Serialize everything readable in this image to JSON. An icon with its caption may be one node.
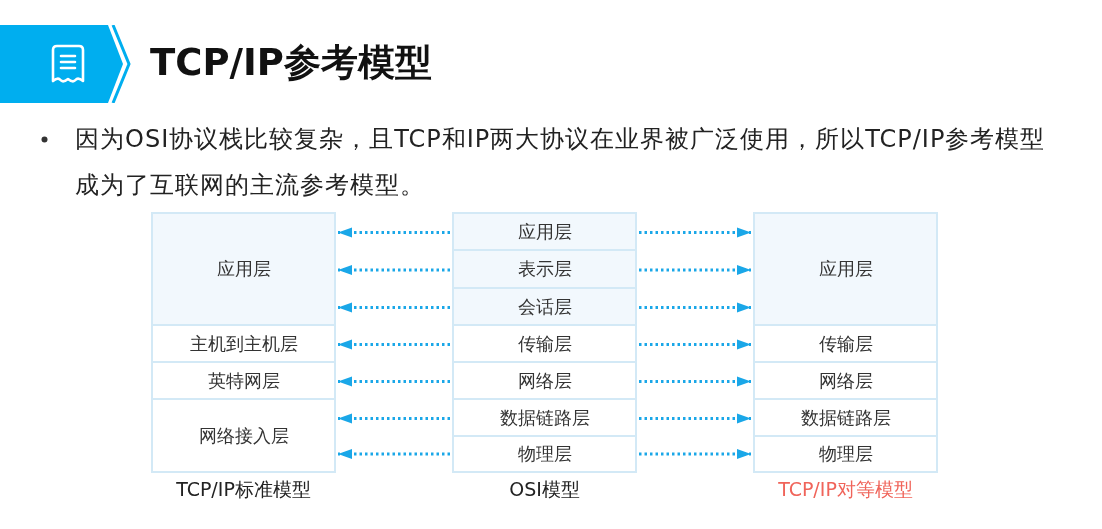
{
  "diagram": {
    "title": "TCP/IP参考模型",
    "nodes": [
      {
        "text": [
          "TCP/IP标准模型"
        ]
      },
      {
        "text": [
          "应用层"
        ],
        "in": 0
      },
      {
        "text": [
          "主机到主机层"
        ],
        "in": 0
      },
      {
        "text": [
          "英特网层"
        ],
        "in": 0
      },
      {
        "text": [
          "网络接入层"
        ],
        "in": 0
      },
      {
        "text": [
          "OSI模型"
        ]
      },
      {
        "text": [
          "应用层"
        ],
        "in": 5
      },
      {
        "text": [
          "表示层"
        ],
        "in": 5
      },
      {
        "text": [
          "会话层"
        ],
        "in": 5
      },
      {
        "text": [
          "传输层"
        ],
        "in": 5
      },
      {
        "text": [
          "网络层"
        ],
        "in": 5
      },
      {
        "text": [
          "数据链路层"
        ],
        "in": 5
      },
      {
        "text": [
          "物理层"
        ],
        "in": 5
      },
      {
        "text": [
          "TCP/IP对等模型"
        ]
      },
      {
        "text": [
          "应用层"
        ],
        "in": 13
      },
      {
        "text": [
          "传输层"
        ],
        "in": 13
      },
      {
        "text": [
          "网络层"
        ],
        "in": 13
      },
      {
        "text": [
          "数据链路层"
        ],
        "in": 13
      },
      {
        "text": [
          "物理层"
        ],
        "in": 13
      }
    ],
    "edges": [
      {
        "from": 6,
        "to": 1,
        "arrow": "to"
      },
      {
        "from": 7,
        "to": 1,
        "arrow": "to"
      },
      {
        "from": 8,
        "to": 1,
        "arrow": "to"
      },
      {
        "from": 9,
        "to": 2,
        "arrow": "to"
      },
      {
        "from": 10,
        "to": 3,
        "arrow": "to"
      },
      {
        "from": 11,
        "to": 4,
        "arrow": "to"
      },
      {
        "from": 12,
        "to": 4,
        "arrow": "to"
      },
      {
        "from": 6,
        "to": 14,
        "arrow": "to"
      },
      {
        "from": 7,
        "to": 14,
        "arrow": "to"
      },
      {
        "from": 8,
        "to": 14,
        "arrow": "to"
      },
      {
        "from": 9,
        "to": 15,
        "arrow": "to"
      },
      {
        "from": 10,
        "to": 16,
        "arrow": "to"
      },
      {
        "from": 11,
        "to": 17,
        "arrow": "to"
      },
      {
        "from": 12,
        "to": 18,
        "arrow": "to"
      }
    ],
    "labels": [
      "因为OSI协议栈比较复杂，且TCP和IP两大协议在业界被广泛使用，所以TCP/IP参考模型成为了互联网的主流参考模型。"
    ]
  }
}
